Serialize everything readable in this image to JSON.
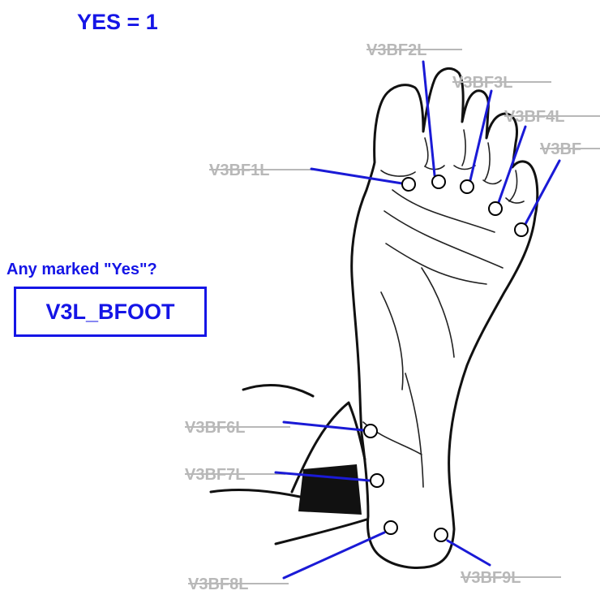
{
  "header": {
    "yes_rule": "YES = 1"
  },
  "summary": {
    "question": "Any marked \"Yes\"?",
    "variable": "V3L_BFOOT"
  },
  "points": [
    {
      "id": "V3BF1L",
      "label": "V3BF1L"
    },
    {
      "id": "V3BF2L",
      "label": "V3BF2L"
    },
    {
      "id": "V3BF3L",
      "label": "V3BF3L"
    },
    {
      "id": "V3BF4L",
      "label": "V3BF4L"
    },
    {
      "id": "V3BF5L",
      "label": "V3BF"
    },
    {
      "id": "V3BF6L",
      "label": "V3BF6L"
    },
    {
      "id": "V3BF7L",
      "label": "V3BF7L"
    },
    {
      "id": "V3BF8L",
      "label": "V3BF8L"
    },
    {
      "id": "V3BF9L",
      "label": "V3BF9L"
    }
  ],
  "colors": {
    "accent": "#1515e6",
    "label_gray": "#b8b8b8",
    "leader": "#1a1ad6",
    "ink": "#111111"
  }
}
